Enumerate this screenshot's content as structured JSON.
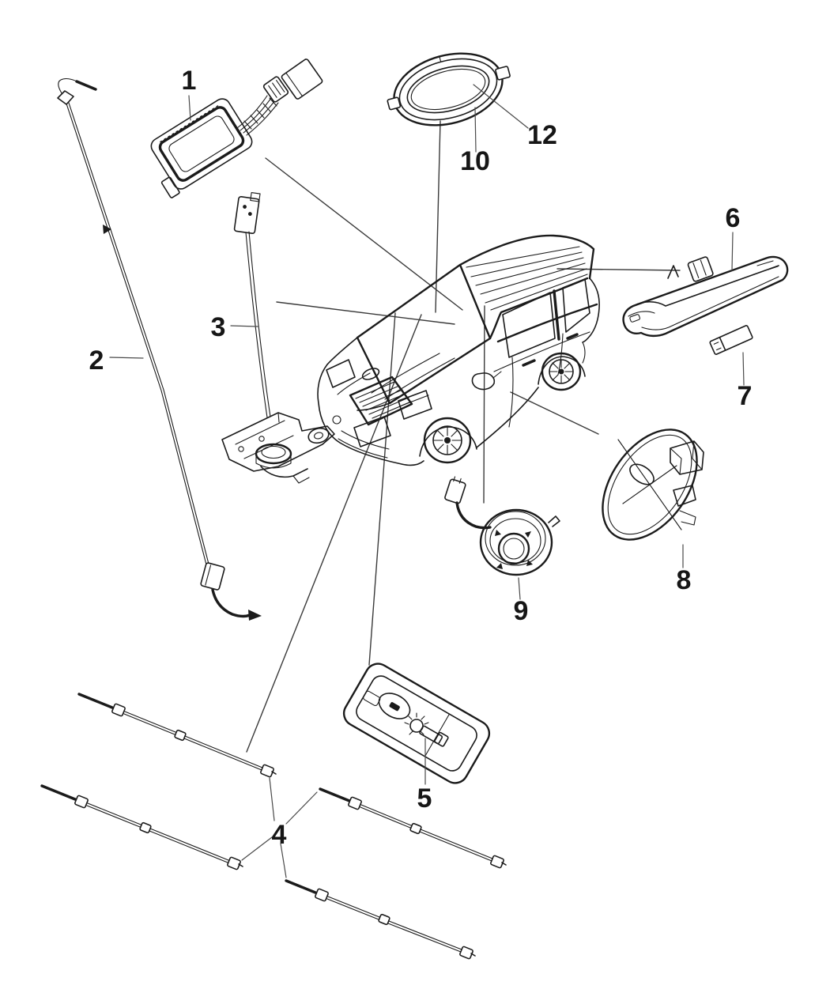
{
  "diagram": {
    "background_color": "#ffffff",
    "ink_color": "#1b1b1b",
    "leader_color": "#3a3a3a",
    "callouts": [
      {
        "number": "1"
      },
      {
        "number": "2"
      },
      {
        "number": "3"
      },
      {
        "number": "4"
      },
      {
        "number": "5"
      },
      {
        "number": "6"
      },
      {
        "number": "7"
      },
      {
        "number": "8"
      },
      {
        "number": "9"
      },
      {
        "number": "10"
      },
      {
        "number": "12"
      }
    ]
  }
}
